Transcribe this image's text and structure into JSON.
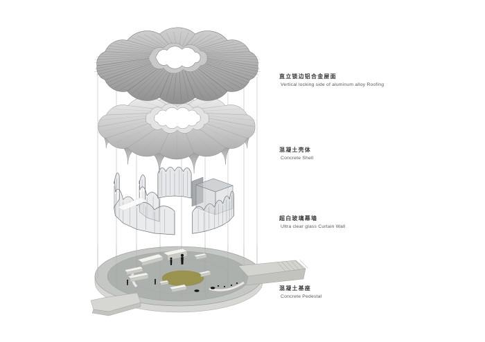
{
  "diagram": {
    "title": "exploded-axonometric-building-diagram",
    "layers": [
      {
        "id": "roof",
        "label_zh": "直立锁边铝合金屋面",
        "label_en": "Vertical locking side of aluminum alloy Roofing"
      },
      {
        "id": "shell",
        "label_zh": "混凝土壳体",
        "label_en": "Concrete Shell"
      },
      {
        "id": "glass",
        "label_zh": "超白玻璃幕墙",
        "label_en": "Ultra clear glass Curtain Wall"
      },
      {
        "id": "pedestal",
        "label_zh": "混凝土基座",
        "label_en": "Concrete Pedestal"
      }
    ],
    "colors": {
      "background": "#ffffff",
      "projection_line": "#b0b0b0",
      "roof_dark": "#8f8f8f",
      "roof_light": "#d0d0d0",
      "shell_dark": "#a8a8a8",
      "shell_light": "#efefef",
      "glass": "#ced3d7",
      "pedestal_rim": "#d7d7d4",
      "pedestal_top": "#c7cac6",
      "pedestal_inner": "#adb1ad",
      "accent_floor": "#9a9350",
      "figures": "#151515",
      "label_zh": "#3a3a3a",
      "label_en": "#575757"
    }
  }
}
